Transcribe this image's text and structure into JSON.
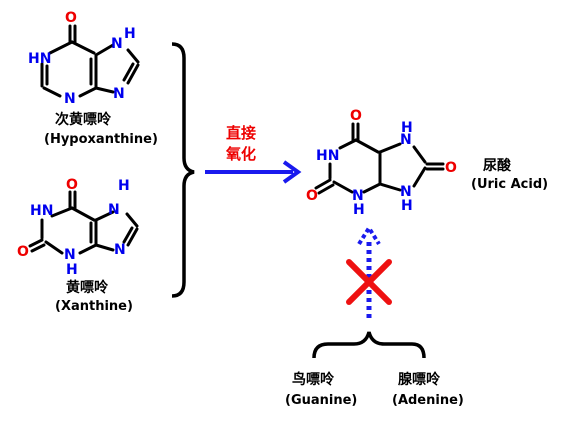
{
  "colors": {
    "nitrogen": "#0000ee",
    "oxygen": "#ee0000",
    "bond": "#000000",
    "arrow_solid": "#1a1aee",
    "arrow_dotted": "#1a1aee",
    "cross": "#ee1111"
  },
  "atoms": {
    "N": "N",
    "O": "O",
    "NH": "NH",
    "HN": "HN",
    "H": "H"
  },
  "compounds": {
    "hypoxanthine": {
      "name_cn": "次黄嘌呤",
      "name_en": "(Hypoxanthine)"
    },
    "xanthine": {
      "name_cn": "黄嘌呤",
      "name_en": "(Xanthine)"
    },
    "uric_acid": {
      "name_cn": "尿酸",
      "name_en": "(Uric Acid)"
    },
    "guanine": {
      "name_cn": "鸟嘌呤",
      "name_en": "(Guanine)"
    },
    "adenine": {
      "name_cn": "腺嘌呤",
      "name_en": "(Adenine)"
    }
  },
  "reaction": {
    "line1": "直接",
    "line2": "氧化"
  },
  "icons": {
    "blocked": "cross-icon",
    "main_arrow": "arrow-right-icon",
    "side_arrow": "dotted-arrow-up-icon"
  }
}
